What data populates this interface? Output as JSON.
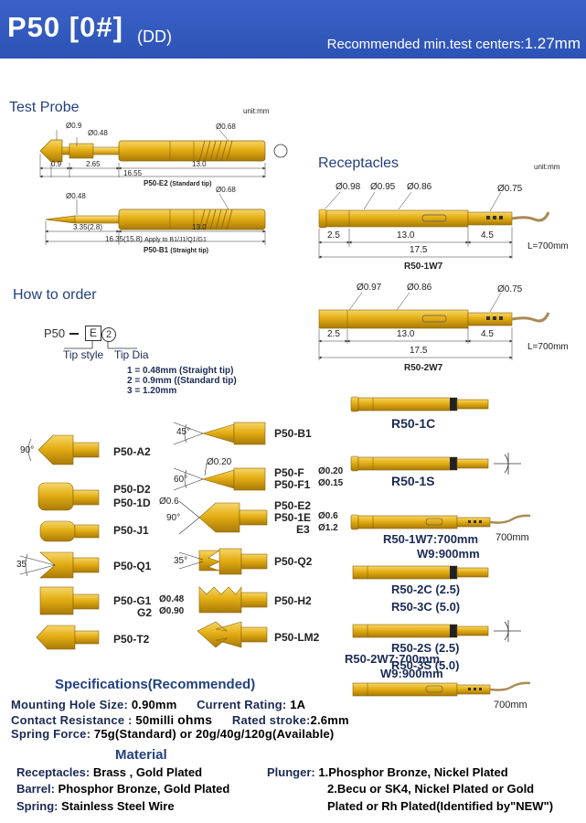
{
  "header": {
    "title": "P50 [0#]",
    "subtitle": "(DD)",
    "recommend_label": "Recommended min.test centers:",
    "recommend_value": "1.27mm"
  },
  "test_probe": {
    "title": "Test Probe",
    "unit": "unit:mm",
    "e2": {
      "d_tip": "Ø0.9",
      "d_neck": "Ø0.48",
      "d_barrel": "Ø0.68",
      "l1": "0.9",
      "l2": "2.65",
      "l3": "13.0",
      "l4": "16.55",
      "caption": "P50-E2",
      "caption_note": "(Standard tip)"
    },
    "b1": {
      "d_neck": "Ø0.48",
      "d_barrel": "Ø0.68",
      "l1": "3.35(2.8)",
      "l2": "13.0",
      "l3": "16.35(15.8)",
      "l3_note": "Apply to B1/J1/Q1/G1",
      "caption": "P50-B1",
      "caption_note": "(Straight tip)"
    }
  },
  "receptacles": {
    "title": "Receptacles",
    "unit": "unit:mm",
    "r1w7": {
      "d1": "Ø0.98",
      "d2": "Ø0.95",
      "d3": "Ø0.86",
      "d4": "Ø0.75",
      "l1": "2.5",
      "l2": "13.0",
      "l3": "4.5",
      "l_total": "17.5",
      "wire": "L=700mm",
      "caption": "R50-1W7"
    },
    "r2w7": {
      "d1": "Ø0.97",
      "d2": "Ø0.86",
      "d3": "Ø0.75",
      "l1": "2.5",
      "l2": "13.0",
      "l3": "4.5",
      "l_total": "17.5",
      "wire": "L=700mm",
      "caption": "R50-2W7"
    }
  },
  "how_to_order": {
    "title": "How to order",
    "model": "P50",
    "box_code": "E",
    "circle_code": "2",
    "tip_style": "Tip style",
    "tip_dia": "Tip Dia",
    "options": [
      "1 = 0.48mm (Straight tip)",
      "2 = 0.9mm ((Standard tip)",
      "3 = 1.20mm"
    ]
  },
  "tips": {
    "a2": {
      "label": "P50-A2",
      "angle": "90°"
    },
    "d2": {
      "label": "P50-D2"
    },
    "d1": {
      "label": "P50-1D",
      "dim": "Ø0.6"
    },
    "j1": {
      "label": "P50-J1"
    },
    "q1": {
      "label": "P50-Q1",
      "angle": "35"
    },
    "g1": {
      "label1": "P50-G1",
      "dim1": "Ø0.48",
      "label2": "G2",
      "dim2": "Ø0.90"
    },
    "t2": {
      "label": "P50-T2"
    },
    "b1": {
      "label": "P50-B1",
      "angle": "45°"
    },
    "f": {
      "label1": "P50-F",
      "label2": "P50-F1",
      "dim0": "Ø0.20",
      "dim1": "Ø0.20",
      "dim2": "Ø0.15",
      "angle": "60°"
    },
    "e2": {
      "label1": "P50-E2",
      "label2": "P50-1E",
      "label3": "E3",
      "dim1": "Ø0.6",
      "dim2": "Ø1.2",
      "angle": "90°"
    },
    "q2": {
      "label": "P50-Q2",
      "angle": "35°"
    },
    "h2": {
      "label": "P50-H2"
    },
    "lm2": {
      "label": "P50-LM2"
    }
  },
  "rec_models": {
    "r1c": "R50-1C",
    "r1s": "R50-1S",
    "r1w7": "R50-1W7:700mm",
    "w9": "W9:900mm",
    "wire1": "700mm",
    "r2c": "R50-2C (2.5)",
    "r3c": "R50-3C (5.0)",
    "r2s": "R50-2S (2.5)",
    "r3s": "R50-3S (5.0)",
    "r2w7": "R50-2W7:700mm",
    "w9b": "W9:900mm",
    "wire2": "700mm"
  },
  "specs": {
    "title": "Specifications(Recommended)",
    "hole_label": "Mounting Hole Size:",
    "hole_value": "0.90mm",
    "current_label": "Current Rating:",
    "current_value": "1A",
    "resistance_label": "Contact Resistance :",
    "resistance_value": "50milli",
    "resistance_unit": "ohms",
    "stroke_label": "Rated stroke:",
    "stroke_value": "2.6mm",
    "force_label": "Spring Force:",
    "force_value": "75g(Standard) or 20g/40g/120g(Available)"
  },
  "material": {
    "title": "Material",
    "receptacles_label": "Receptacles:",
    "receptacles_value": "Brass , Gold Plated",
    "barrel_label": "Barrel:",
    "barrel_value": "Phosphor Bronze, Gold Plated",
    "spring_label": "Spring:",
    "spring_value": "Stainless Steel Wire",
    "plunger_label": "Plunger:",
    "plunger_1": "1.Phosphor Bronze, Nickel Plated",
    "plunger_2": "2.Becu or SK4, Nickel Plated or Gold",
    "plunger_3": "Plated or Rh Plated(Identified by\"NEW\")"
  },
  "colors": {
    "header_bg": "#2d52b5",
    "gold": "#e8b418",
    "gold_dark": "#a57a08",
    "text": "#1a2a55"
  }
}
